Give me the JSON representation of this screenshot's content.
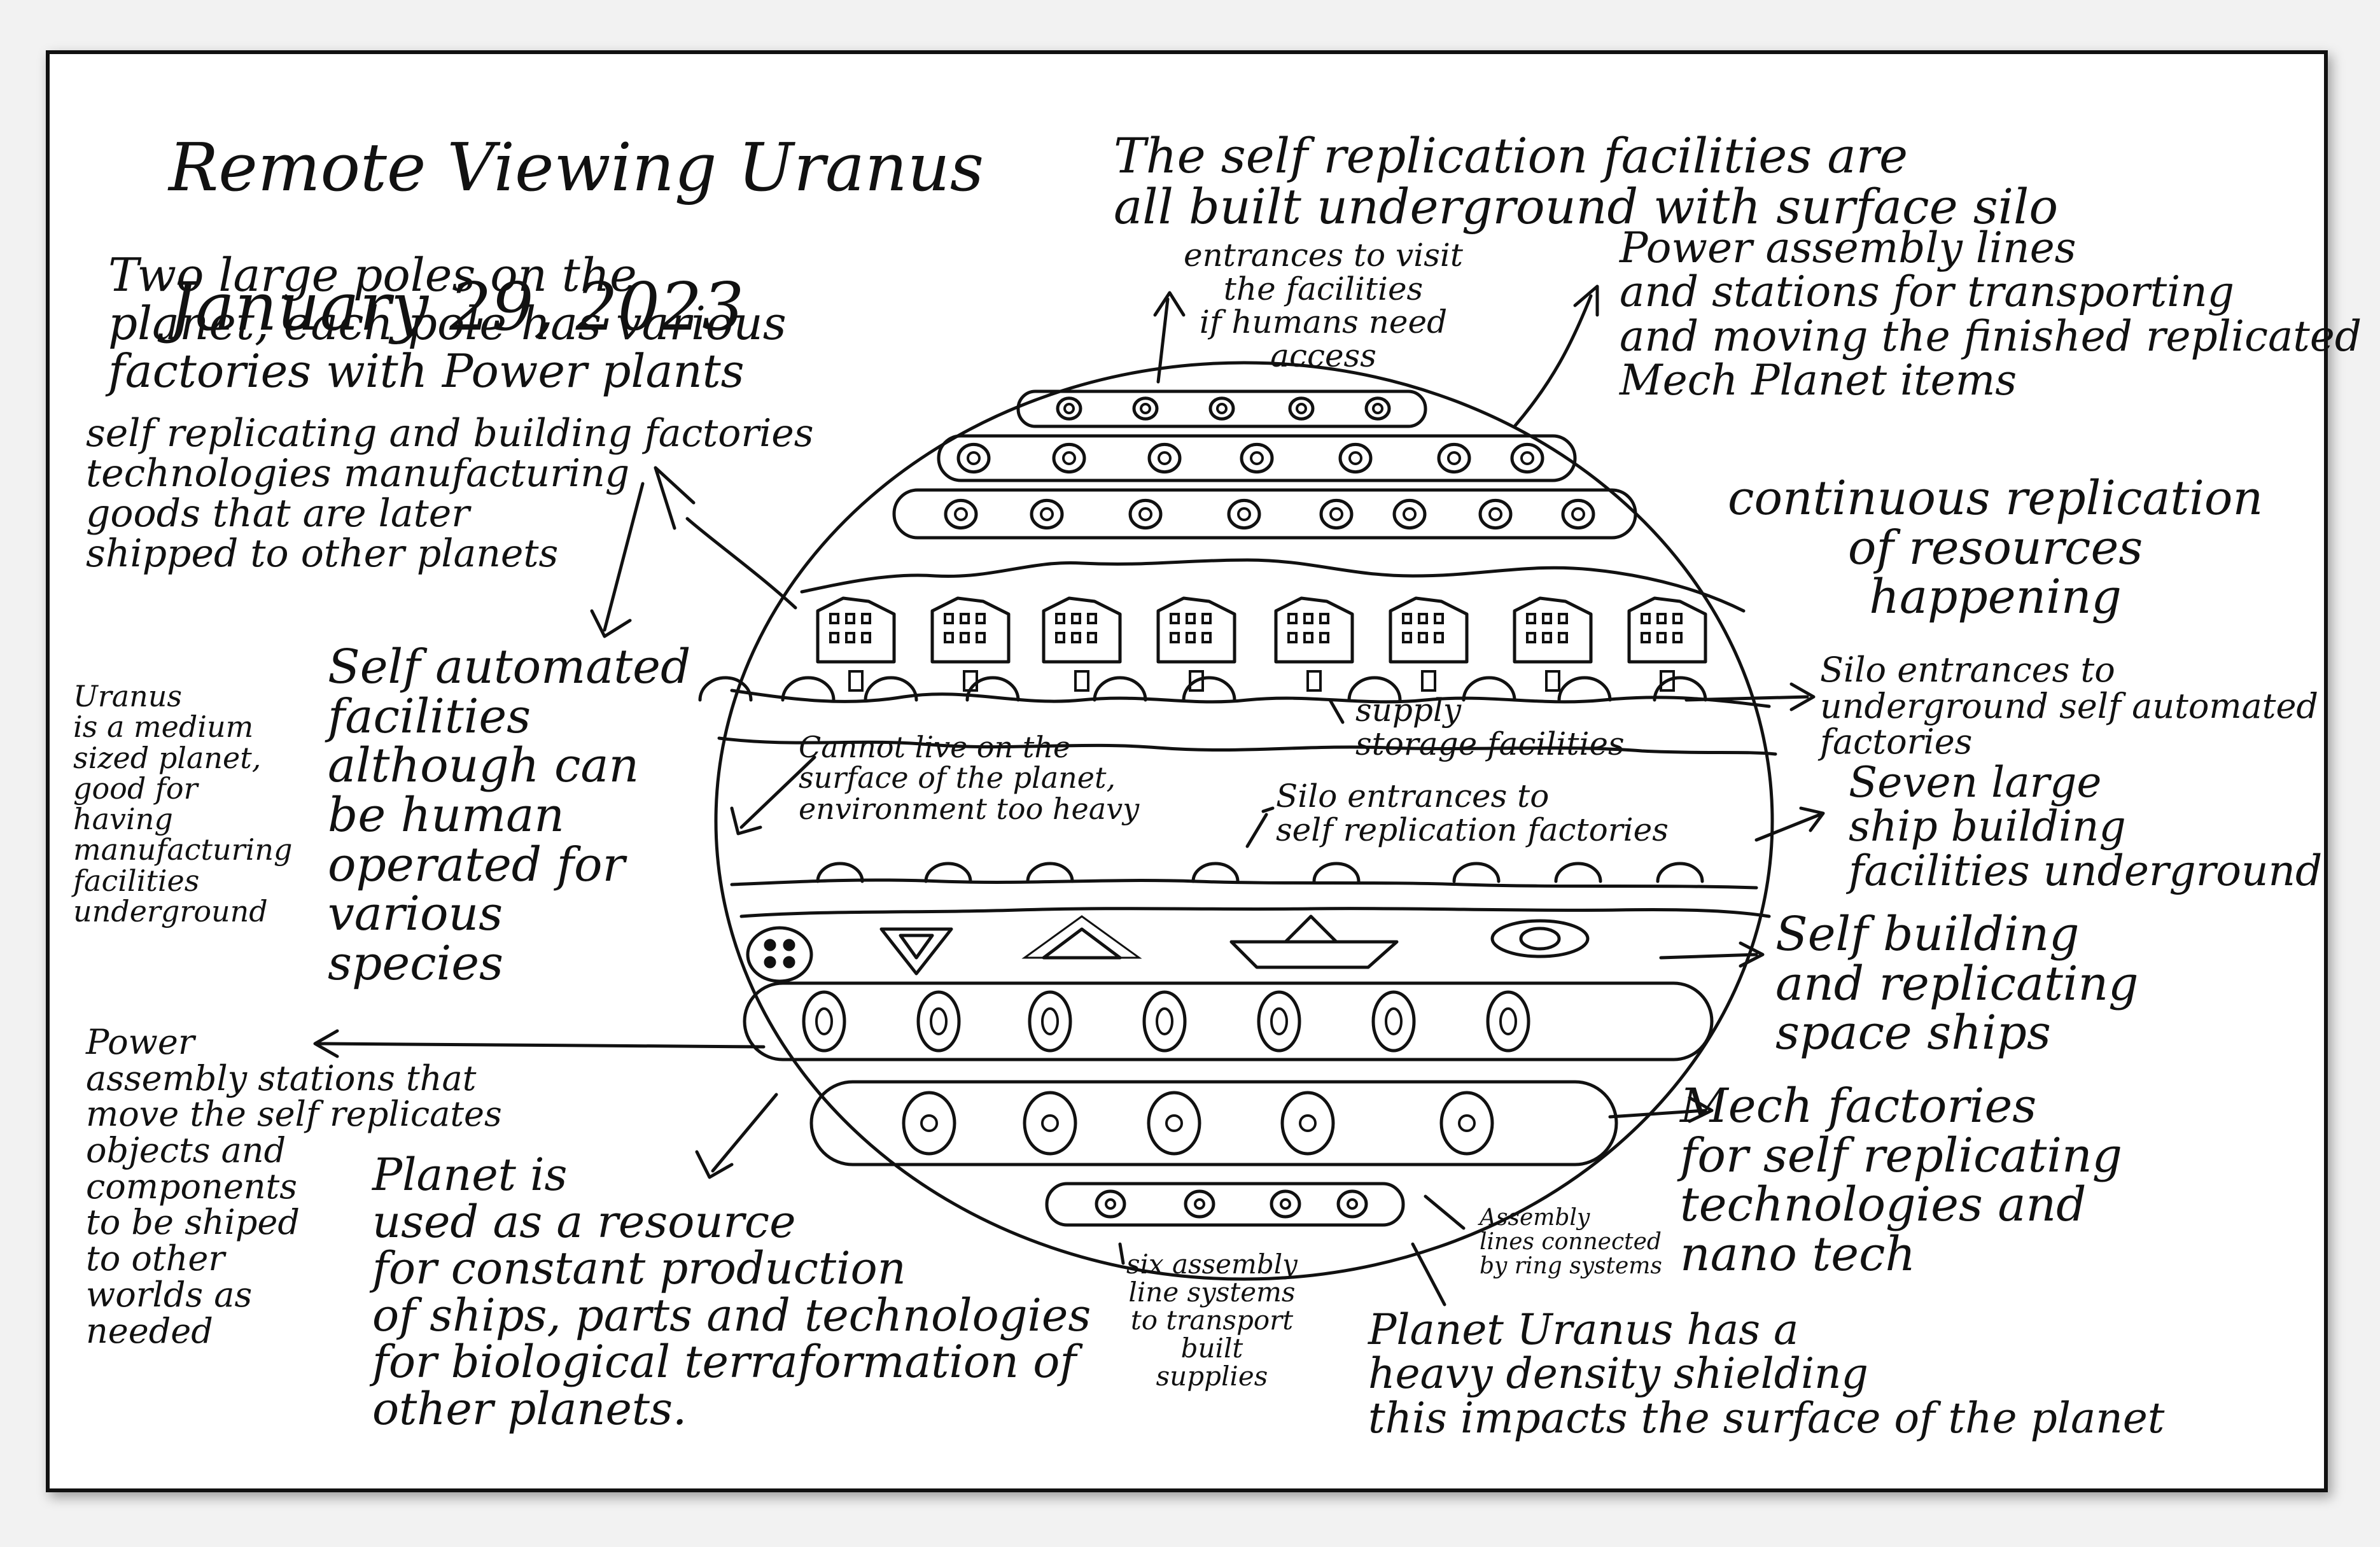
{
  "title": {
    "line1": "Remote Viewing Uranus",
    "line2": "January 29, 2023"
  },
  "notes": {
    "poles": "Two large poles on the\nplanet, each pole has various\nfactories with Power plants",
    "self_replicating": "self replicating and building factories\ntechnologies manufacturing\ngoods that are later\nshipped to other planets",
    "uranus_medium": "Uranus\nis a medium\nsized planet,\ngood for\nhaving\nmanufacturing\nfacilities\nunderground",
    "self_automated": "Self automated\nfacilities\nalthough can\nbe human\noperated for\nvarious\nspecies",
    "power_assembly_left": "Power\nassembly stations that\nmove the self replicates\nobjects and\ncomponents\nto be shiped\nto other\nworlds as\nneeded",
    "planet_resource": "Planet is\nused as a resource\nfor constant production\nof ships, parts and technologies\nfor biological terraformation of\nother planets.",
    "self_replication_facilities": "The self replication facilities are\nall built underground with surface silo",
    "entrances_visit": "entrances to visit\nthe facilities\nif humans need\naccess",
    "power_assembly_right": "Power assembly lines\nand stations for transporting\nand moving the finished replicated\nMech Planet items",
    "continuous": "continuous replication\nof resources\nhappening",
    "silo_right": "Silo entrances to\nunderground self automated\nfactories",
    "supply": "supply\nstorage facilities",
    "cannot_live": "Cannot live on the\nsurface of the planet,\nenvironment too heavy",
    "silo_center": "Silo entrances to\nself replication factories",
    "seven_large": "Seven large\nship building\nfacilities underground",
    "self_building": "Self building\nand replicating\nspace ships",
    "mech_factories": "Mech factories\nfor self replicating\ntechnologies and\nnano tech",
    "assembly_lines": "Assembly\nlines connected\nby ring systems",
    "six_assembly": "six assembly\nline systems\nto transport\nbuilt\nsupplies",
    "heavy_density": "Planet Uranus has a\nheavy density shielding\nthis impacts the surface of the planet"
  }
}
